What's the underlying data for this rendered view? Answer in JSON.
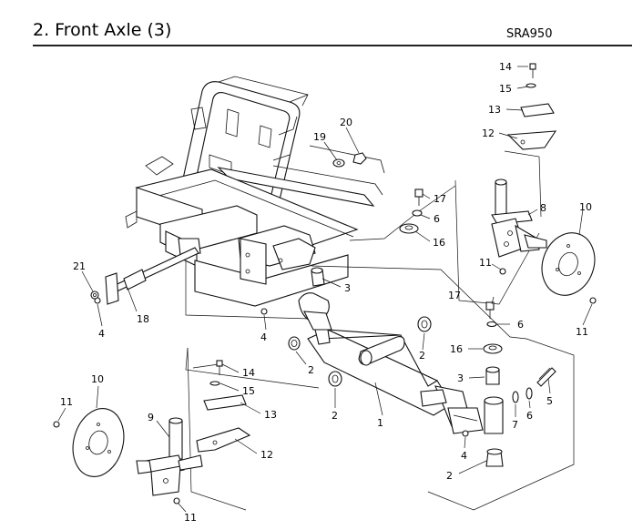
{
  "header": {
    "title": "2. Front Axle (3)",
    "model": "SRA950"
  },
  "callouts": [
    {
      "id": "c14a",
      "label": "14"
    },
    {
      "id": "c15a",
      "label": "15"
    },
    {
      "id": "c13a",
      "label": "13"
    },
    {
      "id": "c12a",
      "label": "12"
    },
    {
      "id": "c20",
      "label": "20"
    },
    {
      "id": "c19",
      "label": "19"
    },
    {
      "id": "c17a",
      "label": "17"
    },
    {
      "id": "c6a",
      "label": "6"
    },
    {
      "id": "c8",
      "label": "8"
    },
    {
      "id": "c10a",
      "label": "10"
    },
    {
      "id": "c16a",
      "label": "16"
    },
    {
      "id": "c11a",
      "label": "11"
    },
    {
      "id": "c11b",
      "label": "11"
    },
    {
      "id": "c21",
      "label": "21"
    },
    {
      "id": "c18",
      "label": "18"
    },
    {
      "id": "c4a",
      "label": "4"
    },
    {
      "id": "c3a",
      "label": "3"
    },
    {
      "id": "c4b",
      "label": "4"
    },
    {
      "id": "c2a",
      "label": "2"
    },
    {
      "id": "c2b",
      "label": "2"
    },
    {
      "id": "c17b",
      "label": "17"
    },
    {
      "id": "c6b",
      "label": "6"
    },
    {
      "id": "c16b",
      "label": "16"
    },
    {
      "id": "c3b",
      "label": "3"
    },
    {
      "id": "c5",
      "label": "5"
    },
    {
      "id": "c6c",
      "label": "6"
    },
    {
      "id": "c7",
      "label": "7"
    },
    {
      "id": "c2c",
      "label": "2"
    },
    {
      "id": "c1",
      "label": "1"
    },
    {
      "id": "c4c",
      "label": "4"
    },
    {
      "id": "c2d",
      "label": "2"
    },
    {
      "id": "c10b",
      "label": "10"
    },
    {
      "id": "c11c",
      "label": "11"
    },
    {
      "id": "c9",
      "label": "9"
    },
    {
      "id": "c14b",
      "label": "14"
    },
    {
      "id": "c15b",
      "label": "15"
    },
    {
      "id": "c13b",
      "label": "13"
    },
    {
      "id": "c12b",
      "label": "12"
    },
    {
      "id": "c11d",
      "label": "11"
    }
  ]
}
